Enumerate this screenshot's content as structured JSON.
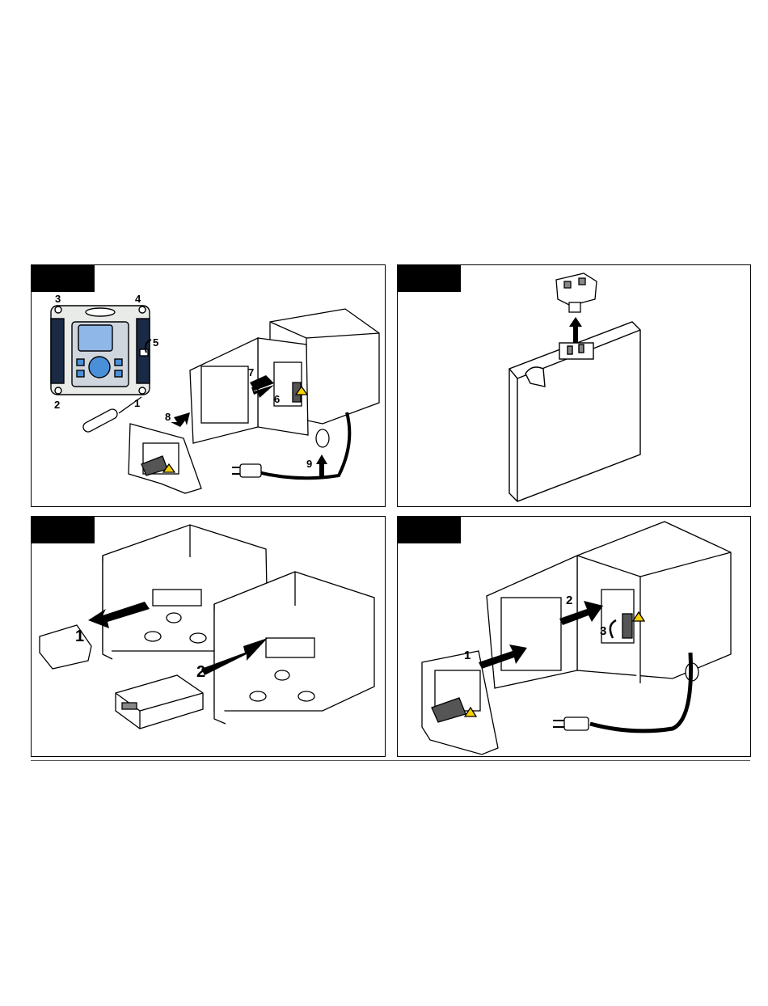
{
  "panels": [
    {
      "id": "panel-1",
      "callouts": [
        "1",
        "2",
        "3",
        "4",
        "5",
        "6",
        "7",
        "8",
        "9"
      ]
    },
    {
      "id": "panel-2",
      "callouts": []
    },
    {
      "id": "panel-3",
      "callouts": [
        "1",
        "2"
      ]
    },
    {
      "id": "panel-4",
      "callouts": [
        "1",
        "2",
        "3"
      ]
    }
  ],
  "colors": {
    "line": "#000000",
    "screen": "#8fb8e8",
    "keypad": "#4a90d9",
    "warning": "#f5d000",
    "tab": "#000000"
  },
  "icons": [
    "screwdriver-icon",
    "power-plug-icon",
    "warning-icon",
    "arrow-icon",
    "rotate-arrow-icon"
  ]
}
